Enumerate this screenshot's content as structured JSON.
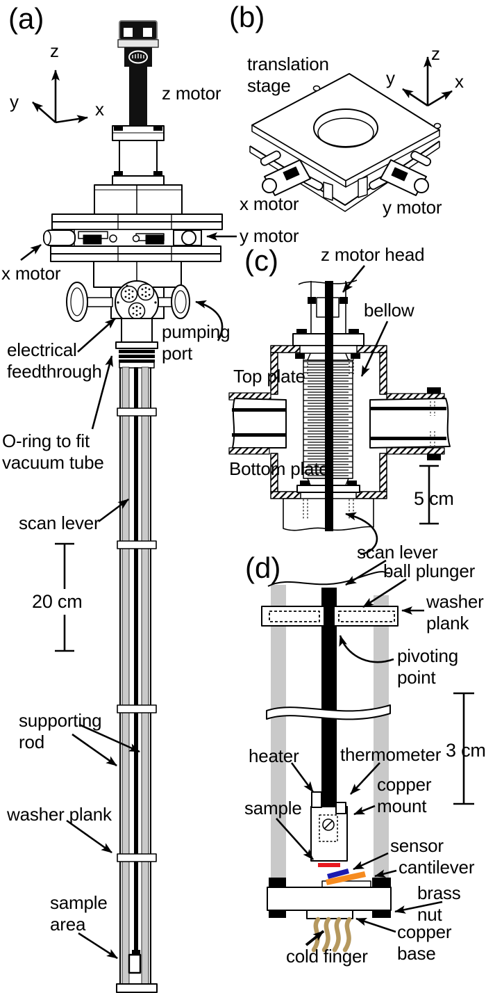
{
  "panels": {
    "a": {
      "tag": "(a)",
      "axes": {
        "x": "x",
        "y": "y",
        "z": "z"
      },
      "labels": {
        "z_motor": "z motor",
        "y_motor": "y motor",
        "x_motor": "x motor",
        "electrical_feedthrough": "electrical\nfeedthrough",
        "pumping_port": "pumping\nport",
        "o_ring": "O-ring to fit\nvacuum tube",
        "scan_lever": "scan lever",
        "supporting_rod": "supporting\nrod",
        "washer_plank": "washer plank",
        "sample_area": "sample\narea"
      },
      "scale_bar": "20 cm"
    },
    "b": {
      "tag": "(b)",
      "axes": {
        "x": "x",
        "y": "y",
        "z": "z"
      },
      "labels": {
        "translation_stage": "translation\nstage",
        "x_motor": "x motor",
        "y_motor": "y motor"
      }
    },
    "c": {
      "tag": "(c)",
      "labels": {
        "z_motor_head": "z motor head",
        "bellow": "bellow",
        "top_plate": "Top plate",
        "bottom_plate": "Bottom plate"
      },
      "scale_bar": "5 cm"
    },
    "d": {
      "tag": "(d)",
      "labels": {
        "scan_lever": "scan lever",
        "ball_plunger": "ball plunger",
        "washer_plank": "washer\nplank",
        "pivoting_point": "pivoting\npoint",
        "heater": "heater",
        "thermometer": "thermometer",
        "copper_mount": "copper\nmount",
        "sample": "sample",
        "sensor": "sensor",
        "cantilever": "cantilever",
        "brass_nut": "brass nut",
        "copper_base": "copper\nbase",
        "cold_finger": "cold finger"
      },
      "scale_bar": "3 cm"
    }
  },
  "colors": {
    "sample_red": "#e8191f",
    "sensor_blue": "#1b1bb0",
    "cantilever_orange": "#f68b1f",
    "cold_finger_tan": "#b5985e",
    "rod_gray": "#c9c9c9"
  }
}
